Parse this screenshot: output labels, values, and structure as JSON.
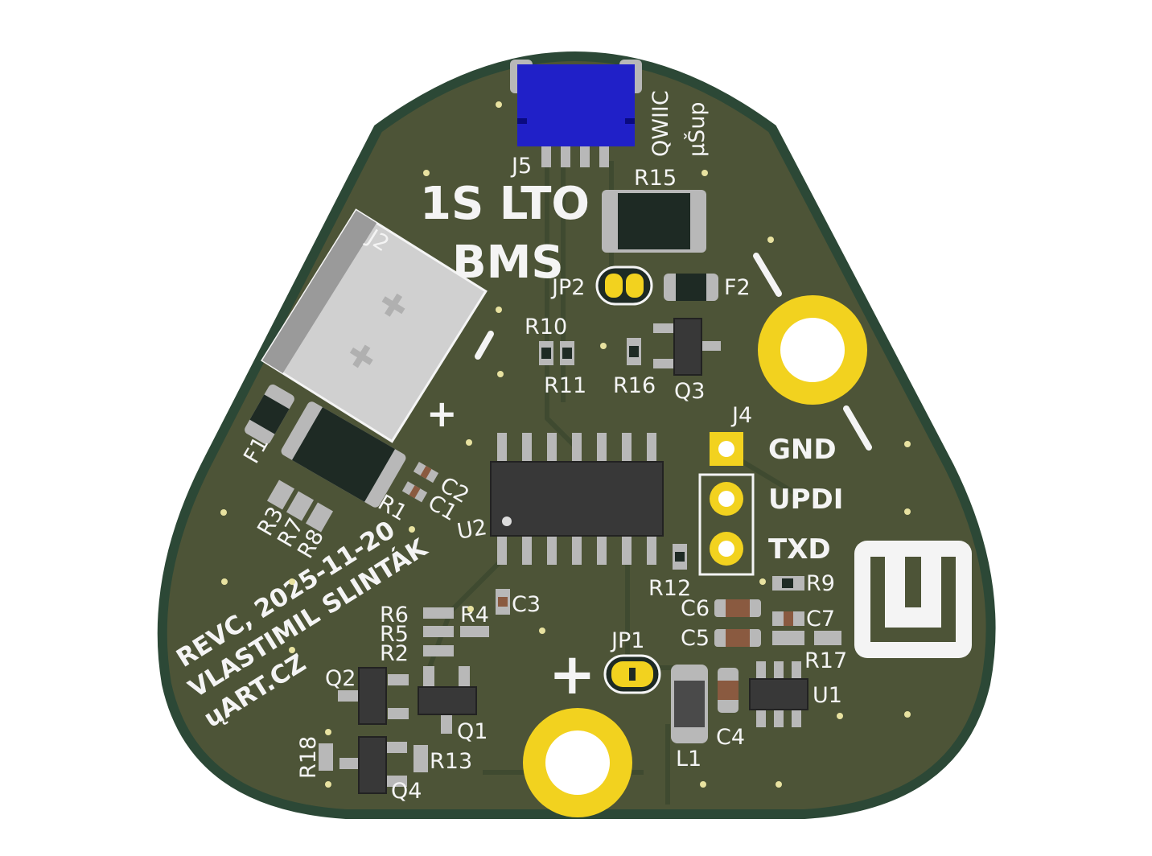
{
  "board": {
    "title_line1": "1S LTO",
    "title_line2": "BMS",
    "revision": "REVC, 2025-11-20",
    "author": "VLASTIMIL SLINTÁK",
    "website": "ųART.CZ",
    "qwiic_label": "QWIIC",
    "musup_label": "μŠup",
    "logo_text": "μ",
    "colors": {
      "substrate": "#4d5437",
      "edge": "#2c4836",
      "gold": "#f2d21f",
      "connector": "#2020c8"
    }
  },
  "pins": {
    "gnd": "GND",
    "updi": "UPDI",
    "txd": "TXD"
  },
  "refs": {
    "J5": "J5",
    "R15": "R15",
    "J2": "J2",
    "JP2": "JP2",
    "F2": "F2",
    "R10": "R10",
    "R11": "R11",
    "R16": "R16",
    "Q3": "Q3",
    "J4": "J4",
    "F1": "F1",
    "C2": "C2",
    "C1": "C1",
    "R1": "R1",
    "R3": "R3",
    "R7": "R7",
    "R8": "R8",
    "U2": "U2",
    "R12": "R12",
    "R9": "R9",
    "C6": "C6",
    "C5": "C5",
    "C7": "C7",
    "R17": "R17",
    "C3": "C3",
    "R6": "R6",
    "R5": "R5",
    "R2": "R2",
    "R4": "R4",
    "JP1": "JP1",
    "Q2": "Q2",
    "Q1": "Q1",
    "R18": "R18",
    "R13": "R13",
    "Q4": "Q4",
    "L1": "L1",
    "C4": "C4",
    "U1": "U1"
  },
  "polarity": {
    "plus": "+"
  }
}
